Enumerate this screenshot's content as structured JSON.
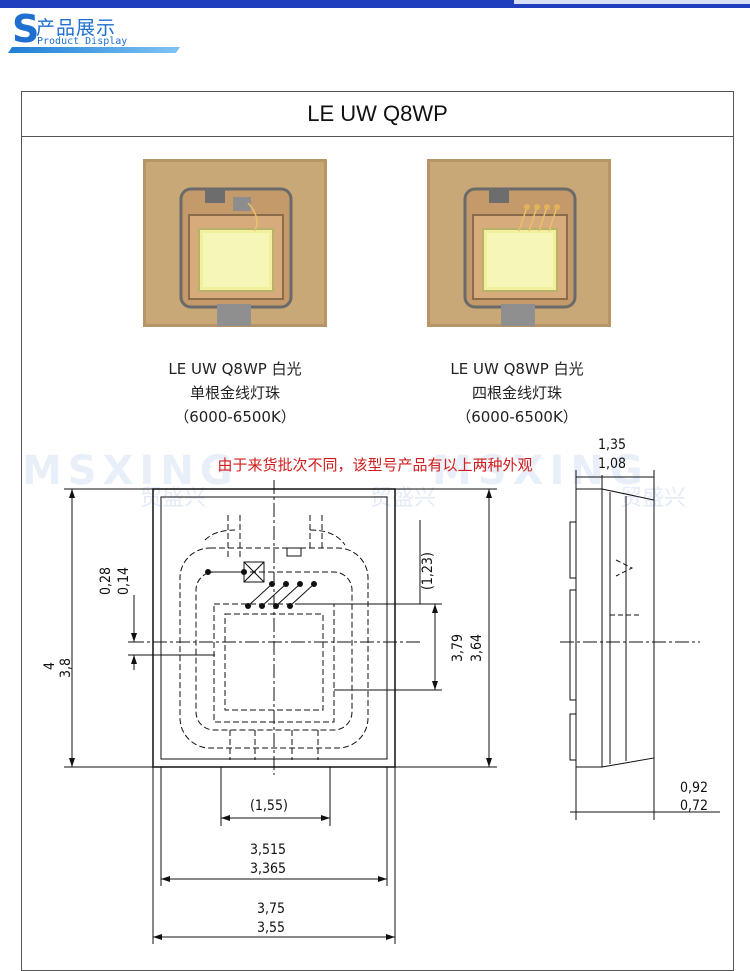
{
  "header": {
    "letter": "S",
    "title_cn": "产品展示",
    "title_en": "Product Display"
  },
  "product": {
    "model": "LE UW Q8WP"
  },
  "variants": [
    {
      "line1": "LE UW Q8WP 白光",
      "line2": "单根金线灯珠",
      "line3": "（6000-6500K）"
    },
    {
      "line1": "LE UW Q8WP 白光",
      "line2": "四根金线灯珠",
      "line3": "（6000-6500K）"
    }
  ],
  "note": "由于来货批次不同，该型号产品有以上两种外观",
  "watermark": {
    "brand": "MSXING",
    "brand_cn": "贸盛兴"
  },
  "dimensions": {
    "top_right_1": "1,35",
    "top_right_2": "1,08",
    "left_pair_1": "0,28",
    "left_pair_2": "0,14",
    "height_1": "4",
    "height_2": "3,8",
    "inner_1": "(1,23)",
    "inner_h_1": "3,79",
    "inner_h_2": "3,64",
    "bottom_mid": "(1,55)",
    "width_in_1": "3,515",
    "width_in_2": "3,365",
    "width_out_1": "3,75",
    "width_out_2": "3,55",
    "side_1": "0,92",
    "side_2": "0,72"
  }
}
